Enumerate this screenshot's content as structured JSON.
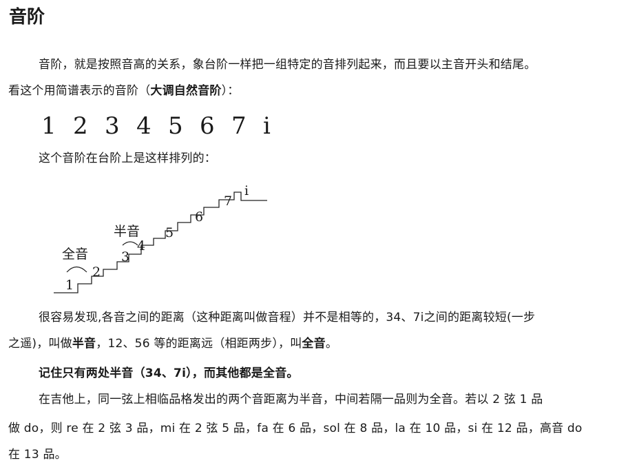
{
  "title": "音阶",
  "intro_line1": "音阶，就是按照音高的关系，象台阶一样把一组特定的音排列起来，而且要以主音开头和结尾。",
  "intro_line2_prefix": "看这个用简谱表示的音阶（",
  "intro_line2_bold": "大调自然音阶",
  "intro_line2_suffix": "）：",
  "scale_notes": [
    "1",
    "2",
    "3",
    "4",
    "5",
    "6",
    "7",
    "i"
  ],
  "stairs_caption": "这个音阶在台阶上是这样排列的：",
  "diagram": {
    "notes": [
      "1",
      "2",
      "3",
      "4",
      "5",
      "6",
      "7",
      "i"
    ],
    "whole_tone_label": "全音",
    "half_tone_label": "半音"
  },
  "explain": {
    "part1": "很容易发现,各音之间的距离（这种距离叫做音程）并不是相等的，34、7i之间的距离较短(一步",
    "part2_prefix": "之遥)，叫做",
    "part2_bold1": "半音",
    "part2_mid": "，12、56 等的距离远（相距两步），叫",
    "part2_bold2": "全音",
    "part2_suffix": "。"
  },
  "remember": "记住只有两处半音（34、7i），而其他都是全音。",
  "guitar": {
    "line1": "在吉他上，同一弦上相临品格发出的两个音距离为半音，中间若隔一品则为全音。若以 2 弦 1 品",
    "line2": "做 do，则 re 在 2 弦 3 品，mi 在 2 弦 5 品，fa 在 6 品，sol 在 8 品，la 在 10 品，si 在 12 品，高音 do",
    "line3": "在 13 品。"
  }
}
